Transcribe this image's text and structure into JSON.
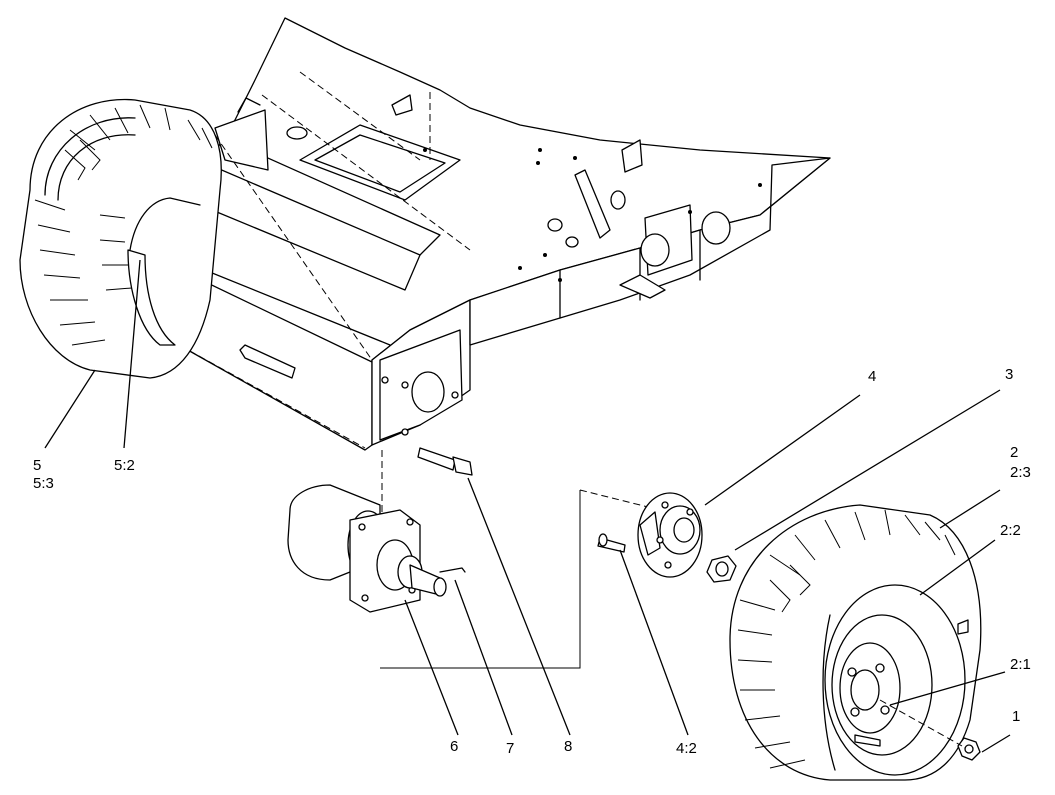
{
  "callouts": {
    "c5": "5",
    "c5_3": "5:3",
    "c5_2": "5:2",
    "c6": "6",
    "c7": "7",
    "c8": "8",
    "c4": "4",
    "c4_2": "4:2",
    "c3": "3",
    "c2": "2",
    "c2_3": "2:3",
    "c2_2": "2:2",
    "c2_1": "2:1",
    "c1": "1"
  }
}
